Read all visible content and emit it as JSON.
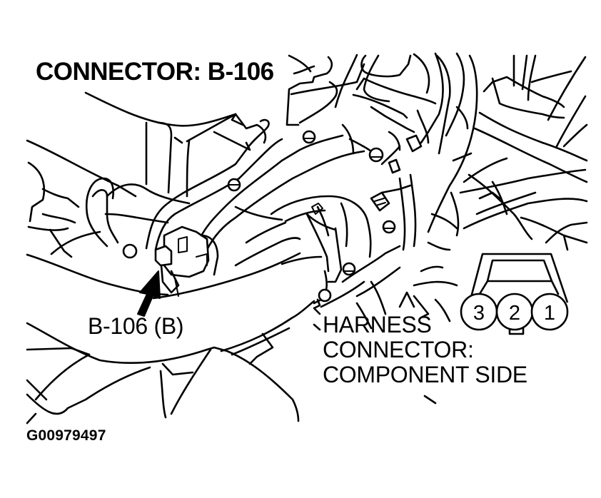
{
  "diagram": {
    "title": "CONNECTOR: B-106",
    "callout_label": "B-106 (B)",
    "harness_label": {
      "line1": "HARNESS",
      "line2": "CONNECTOR:",
      "line3": "COMPONENT SIDE"
    },
    "connector_pins": [
      "3",
      "2",
      "1"
    ],
    "figure_id": "G00979497",
    "colors": {
      "ink": "#000000",
      "background": "#ffffff"
    }
  }
}
